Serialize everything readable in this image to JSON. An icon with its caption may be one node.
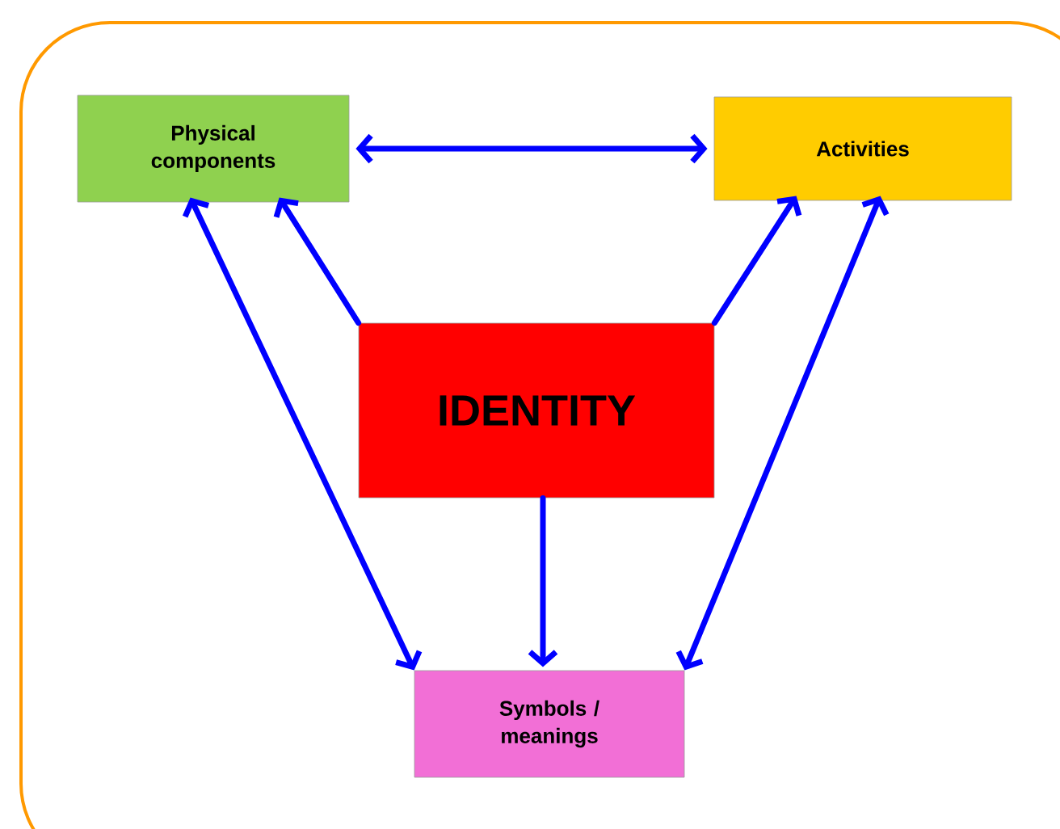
{
  "diagram": {
    "nodes": [
      {
        "text": [
          "Physical components"
        ]
      },
      {
        "text": [
          "Activities"
        ]
      },
      {
        "text": [
          "IDENTITY"
        ]
      },
      {
        "text": [
          "Symbols / meanings"
        ]
      }
    ],
    "edges": [
      {
        "from": 0,
        "to": 1,
        "arrow": "both"
      },
      {
        "from": 2,
        "to": 0,
        "arrow": "to"
      },
      {
        "from": 2,
        "to": 1,
        "arrow": "to"
      },
      {
        "from": 2,
        "to": 3,
        "arrow": "to"
      },
      {
        "from": 0,
        "to": 3,
        "arrow": "both"
      },
      {
        "from": 1,
        "to": 3,
        "arrow": "both"
      }
    ]
  }
}
